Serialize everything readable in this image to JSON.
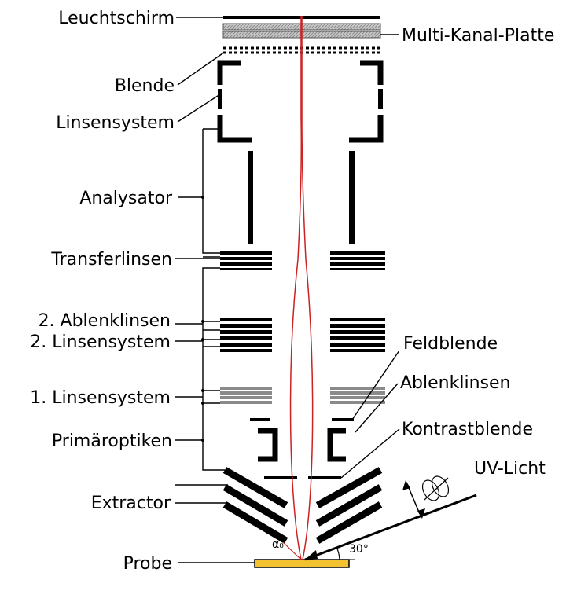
{
  "labels": {
    "leuchtschirm": "Leuchtschirm",
    "multi_kanal_platte": "Multi-Kanal-Platte",
    "blende": "Blende",
    "linsensystem": "Linsensystem",
    "analysator": "Analysator",
    "transferlinsen": "Transferlinsen",
    "ablenklinsen_2": "2. Ablenklinsen",
    "linsensystem_2": "2. Linsensystem",
    "feldblende": "Feldblende",
    "linsensystem_1": "1. Linsensystem",
    "ablenklinsen": "Ablenklinsen",
    "primaeroptiken": "Primäroptiken",
    "kontrastblende": "Kontrastblende",
    "uv_licht": "UV-Licht",
    "extractor": "Extractor",
    "probe": "Probe",
    "alpha0": "α₀",
    "angle": "30°"
  },
  "colors": {
    "beam": "#cc2222",
    "sample": "#f2c230",
    "mcp": "#b4b4b4",
    "grey_lens": "#8a8a8a",
    "black": "#000000"
  }
}
